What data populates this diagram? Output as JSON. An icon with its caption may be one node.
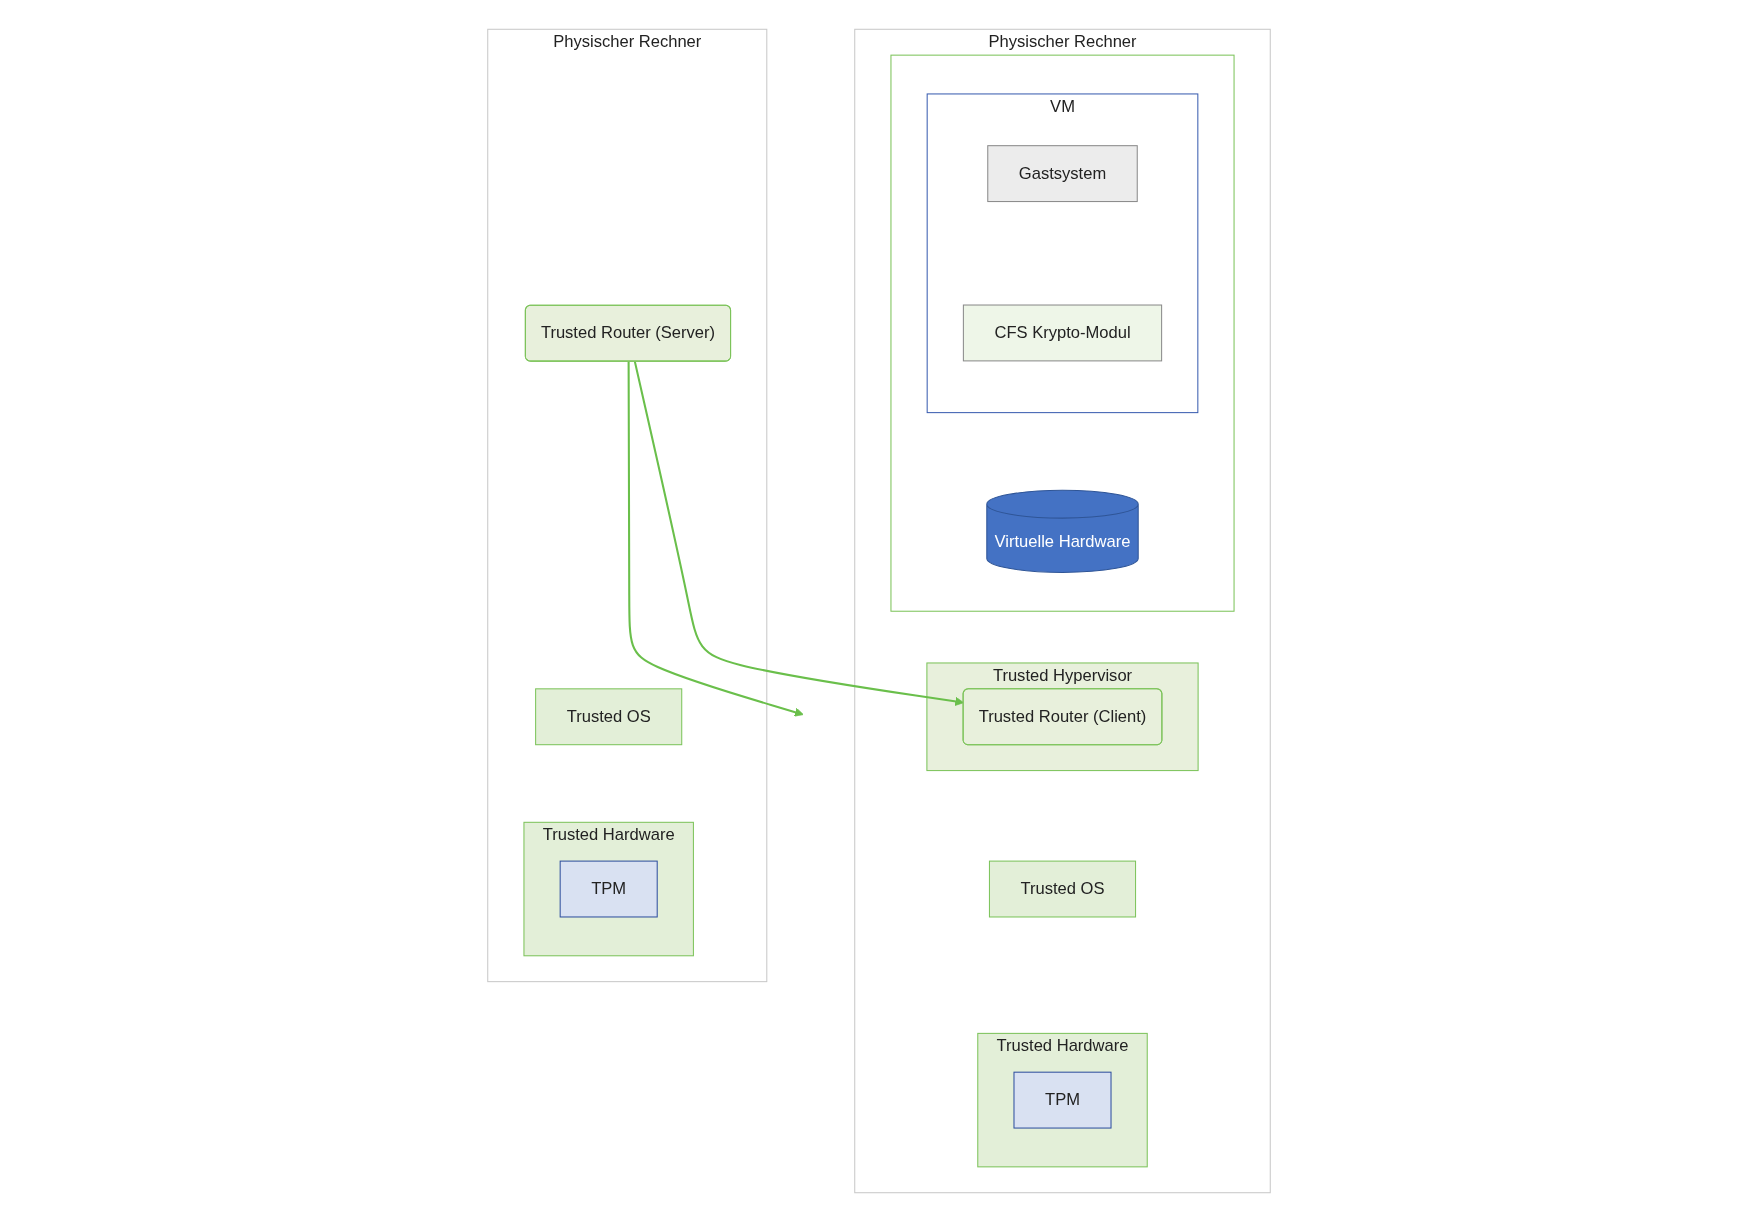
{
  "diagram": {
    "nodes": [
      {
        "text": [
          "Physischer Rechner"
        ]
      },
      {
        "text": [],
        "shape": "box",
        "in": 0
      },
      {
        "text": [
          "VM"
        ],
        "in": 1
      },
      {
        "text": [
          "Gastsystem"
        ],
        "in": 2
      },
      {
        "text": [
          "CFS Krypto-Modul"
        ],
        "in": 2
      },
      {
        "text": [
          "Virtuelle Hardware"
        ],
        "in": 1
      },
      {
        "text": [
          "Trusted Hypervisor"
        ],
        "in": 0
      },
      {
        "text": [
          "Trusted Router (Client)"
        ],
        "in": 6
      },
      {
        "text": [
          "Trusted OS"
        ],
        "in": 0
      },
      {
        "text": [
          "Trusted Hardware"
        ],
        "in": 0
      },
      {
        "text": [
          "TPM"
        ],
        "in": 9
      },
      {
        "text": [
          "Physischer Rechner"
        ]
      },
      {
        "text": [
          "Trusted Router (Server)"
        ],
        "in": 11
      },
      {
        "text": [
          "Trusted OS"
        ],
        "in": 11
      },
      {
        "text": [
          "Trusted Hardware"
        ],
        "in": 11
      },
      {
        "text": [
          "TPM"
        ],
        "in": 14
      }
    ],
    "edges": [
      {
        "from": 12,
        "to": 7,
        "arrow": "to"
      },
      {
        "from": 12,
        "to": null,
        "arrow": "to"
      }
    ]
  }
}
